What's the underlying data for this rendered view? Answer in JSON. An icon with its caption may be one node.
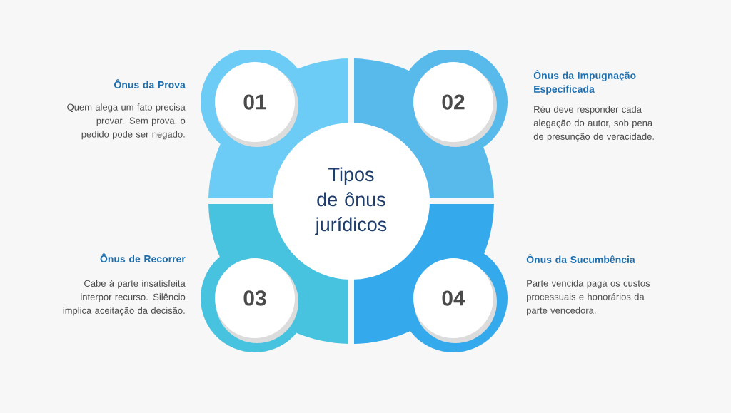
{
  "diagram": {
    "nodes": [
      {
        "text": [
          "Tipos de ônus jurídicos"
        ]
      },
      {
        "text": [
          "01"
        ],
        "beside": [
          "Ônus da Prova",
          "Quem alega um fato precisa provar. Sem prova, o pedido pode ser negado."
        ]
      },
      {
        "text": [
          "02"
        ],
        "beside": [
          "Ônus da Impugnação Especificada",
          "Réu deve responder cada alegação do autor, sob pena de presunção de veracidade."
        ]
      },
      {
        "text": [
          "03"
        ],
        "beside": [
          "Ônus de Recorrer",
          "Cabe à parte insatisfeita interpor recurso. Silêncio implica aceitação da decisão."
        ]
      },
      {
        "text": [
          "04"
        ],
        "beside": [
          "Ônus da Sucumbência",
          "Parte vencida paga os custos processuais e honorários da parte vencedora."
        ]
      }
    ]
  }
}
